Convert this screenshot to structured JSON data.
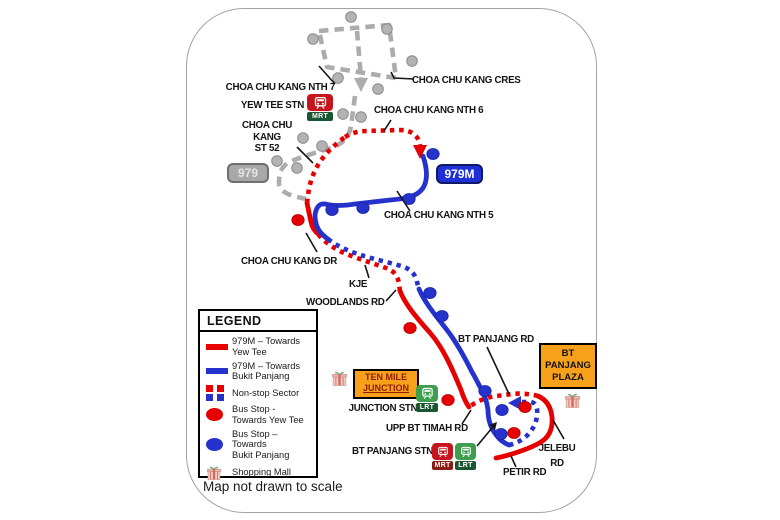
{
  "map": {
    "labels": {
      "cck_nth7": "CHOA CHU KANG NTH 7",
      "cck_cres": "CHOA CHU KANG CRES",
      "yew_tee_stn": "YEW TEE STN",
      "cck_nth6": "CHOA CHU KANG NTH 6",
      "cck_st52": "CHOA CHU KANG\nST 52",
      "cck_nth5": "CHOA CHU KANG NTH 5",
      "cck_dr": "CHOA CHU KANG DR",
      "kje": "KJE",
      "woodlands_rd": "WOODLANDS RD",
      "bt_panjang_rd": "BT PANJANG RD",
      "ten_mile_junction_stn": "TEN MILE\nJUNCTION STN",
      "upp_bt_timah_rd": "UPP BT TIMAH RD",
      "bt_panjang_stn": "BT PANJANG STN",
      "jelebu_rd": "JELEBU\nRD",
      "petir_rd": "PETIR RD"
    },
    "badges": {
      "b979": "979",
      "b979m": "979M",
      "ten_mile_line1": "TEN MILE",
      "ten_mile_line2": "JUNCTION",
      "bt_panjang_plaza": "BT\nPANJANG\nPLAZA"
    }
  },
  "transit": {
    "mrt": "MRT",
    "lrt": "LRT"
  },
  "legend": {
    "title": "LEGEND",
    "items": [
      {
        "icon": "red-line-swatch",
        "label": "979M – Towards\nYew Tee"
      },
      {
        "icon": "blue-line-swatch",
        "label": "979M – Towards\nBukit Panjang"
      },
      {
        "icon": "nonstop-swatch",
        "label": "Non-stop Sector"
      },
      {
        "icon": "red-stop-swatch",
        "label": "Bus Stop -\nTowards Yew Tee"
      },
      {
        "icon": "blue-stop-swatch",
        "label": "Bus Stop –\nTowards\nBukit Panjang"
      },
      {
        "icon": "mall-icon",
        "label": "Shopping Mall"
      }
    ],
    "note": "Map not drawn to scale"
  },
  "colors": {
    "towards_yew_tee_red": "#E60000",
    "towards_bukit_panjang_blue": "#2533CC",
    "route_979_gray": "#ACACAC",
    "badge_979_bg": "#A8A8A8",
    "badge_979_border": "#6F6F6F",
    "badge_979_text": "#E5E5E5",
    "badge_979m_bg": "#1F30D6",
    "badge_979m_border": "#0D1A66",
    "mall_badge_bg": "#F7A11A",
    "ten_mile_text": "#8E1C06",
    "mrt_red": "#C4161C",
    "mrt_bar_green": "#1A5632",
    "mrt_bar_maroon": "#8E1A15",
    "lrt_green": "#3F9E4D"
  }
}
